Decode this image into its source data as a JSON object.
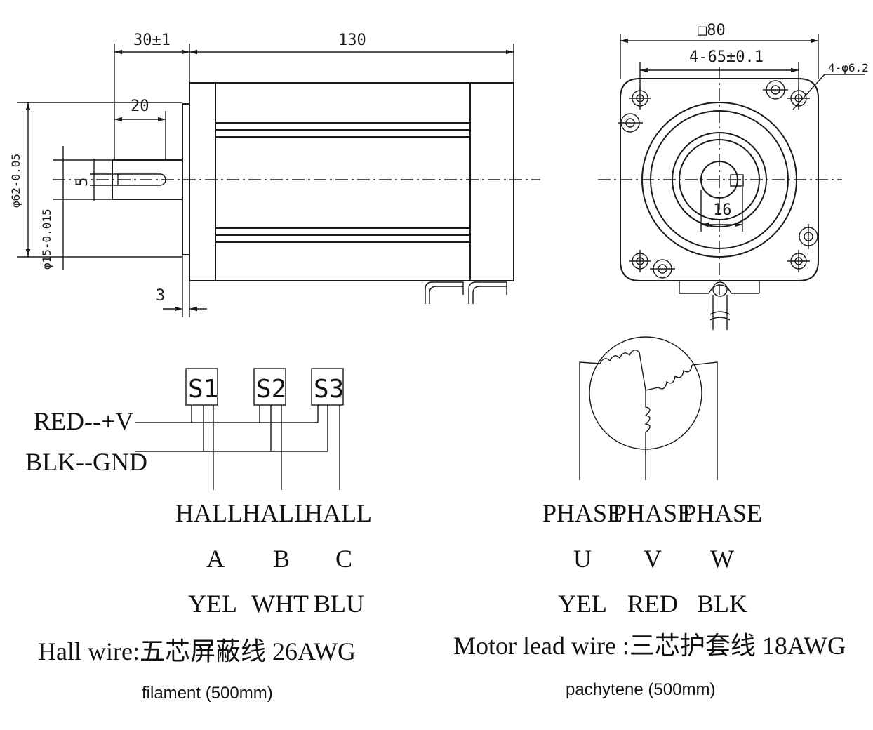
{
  "side_view": {
    "dim_flange_proj": "30±1",
    "dim_body_len": "130",
    "dim_shaft": "20",
    "dim_key": "5",
    "dim_body_dia": "φ62-0.05",
    "dim_shaft_dia": "φ15-0.015",
    "dim_step": "3"
  },
  "front_view": {
    "dim_square": "□80",
    "dim_holes_pitch": "4-65±0.1",
    "dim_hole_dia": "4-φ6.2",
    "dim_shaft_flat": "16"
  },
  "hall_circuit": {
    "sensors": [
      "S1",
      "S2",
      "S3"
    ],
    "power_label": "RED--+V",
    "ground_label": "BLK--GND",
    "columns": [
      {
        "type": "HALL",
        "name": "A",
        "color": "YEL"
      },
      {
        "type": "HALL",
        "name": "B",
        "color": "WHT"
      },
      {
        "type": "HALL",
        "name": "C",
        "color": "BLU"
      }
    ],
    "wire_spec": "Hall wire:五芯屏蔽线 26AWG",
    "wire_note": "filament (500mm)"
  },
  "motor_circuit": {
    "columns": [
      {
        "type": "PHASE",
        "name": "U",
        "color": "YEL"
      },
      {
        "type": "PHASE",
        "name": "V",
        "color": "RED"
      },
      {
        "type": "PHASE",
        "name": "W",
        "color": "BLK"
      }
    ],
    "wire_spec": "Motor lead wire :三芯护套线 18AWG",
    "wire_note": "pachytene (500mm)"
  }
}
